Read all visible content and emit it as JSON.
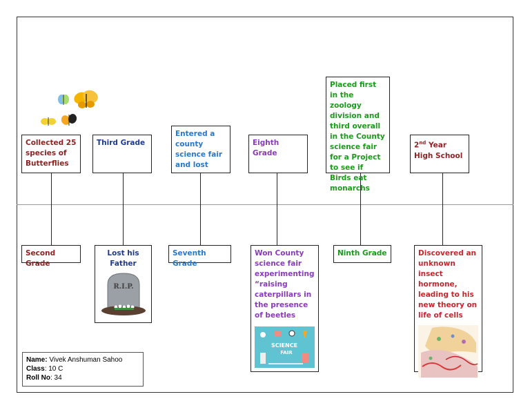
{
  "events": {
    "e1": {
      "text": "Collected 25 species of Butterflies",
      "color": "#8b2323"
    },
    "e2": {
      "text": "Second Grade",
      "color": "#8b2323"
    },
    "e3": {
      "text": "Third Grade",
      "color": "#1f3a8a"
    },
    "e4": {
      "text": "Lost his Father",
      "color": "#1f3a8a"
    },
    "e5": {
      "text": "Entered a county science fair and lost",
      "color": "#2878c8"
    },
    "e6": {
      "text": "Seventh Grade",
      "color": "#2878c8"
    },
    "e7": {
      "text": "Eighth Grade",
      "color": "#8a3ab9"
    },
    "e8": {
      "text": "Won County science fair experimenting “raising caterpillars in the presence of beetles",
      "color": "#8a3ab9"
    },
    "e9": {
      "text": "Placed first in the zoology division and third overall in the County science fair for a Project to see if Birds eat monarchs",
      "color": "#1a9a1a"
    },
    "e10": {
      "text": "Ninth Grade",
      "color": "#1a9a1a"
    },
    "e11": {
      "ordinal": "2",
      "suffix": "nd",
      "rest": " Year High School",
      "color": "#8b2323"
    },
    "e12": {
      "text": "Discovered an unknown insect hormone, leading to his new theory on life of cells",
      "color": "#c0282e"
    }
  },
  "images": {
    "tombstone_text": "R.I.P.",
    "science_fair_text_1": "SCIENCE",
    "science_fair_text_2": "FAIR"
  },
  "info": {
    "name_label": "Name:",
    "name_value": " Vivek Anshuman Sahoo",
    "class_label": "Class",
    "class_value": ":  10 C",
    "roll_label": "Roll No",
    "roll_value": ": 34"
  }
}
